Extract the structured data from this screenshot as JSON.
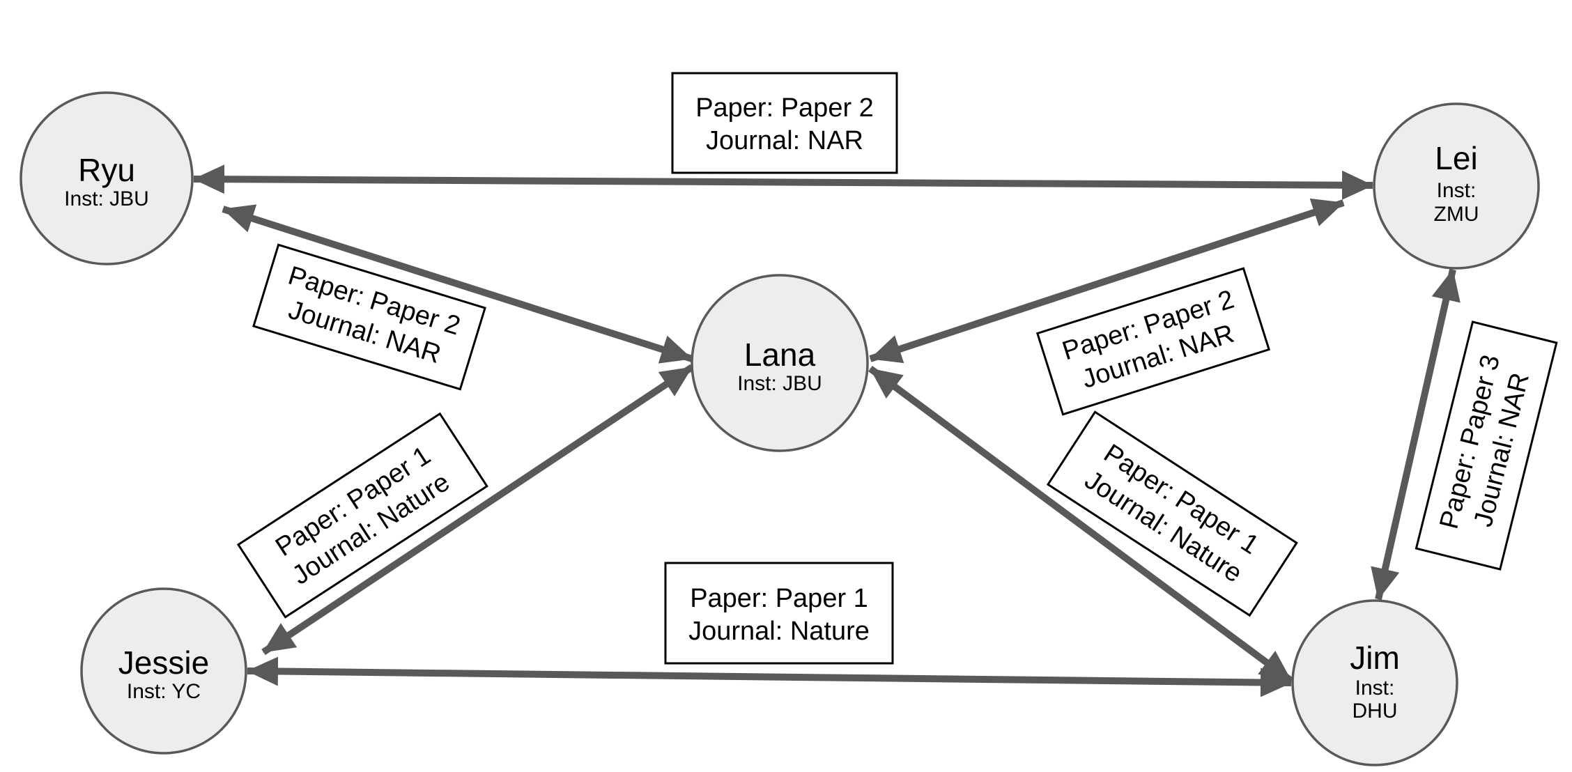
{
  "diagram": {
    "type": "coauthorship-network",
    "colors": {
      "background": "#ffffff",
      "edge": "#595959",
      "node_fill": "#ededed",
      "node_stroke": "#595959",
      "label_fill": "#ffffff",
      "label_border": "#000000",
      "text": "#000000"
    },
    "nodes": {
      "ryu": {
        "name": "Ryu",
        "inst1": "Inst: JBU"
      },
      "lei": {
        "name": "Lei",
        "inst1": "Inst:",
        "inst2": "ZMU"
      },
      "lana": {
        "name": "Lana",
        "inst1": "Inst: JBU"
      },
      "jessie": {
        "name": "Jessie",
        "inst1": "Inst: YC"
      },
      "jim": {
        "name": "Jim",
        "inst1": "Inst:",
        "inst2": "DHU"
      }
    },
    "edges": {
      "ryu_lei": {
        "from": "Ryu",
        "to": "Lei",
        "direction": "bidirectional",
        "label1": "Paper: Paper 2",
        "label2": "Journal: NAR"
      },
      "ryu_lana": {
        "from": "Ryu",
        "to": "Lana",
        "direction": "bidirectional",
        "label1": "Paper: Paper 2",
        "label2": "Journal: NAR"
      },
      "lei_lana": {
        "from": "Lei",
        "to": "Lana",
        "direction": "bidirectional",
        "label1": "Paper: Paper 2",
        "label2": "Journal: NAR"
      },
      "jessie_lana": {
        "from": "Jessie",
        "to": "Lana",
        "direction": "bidirectional",
        "label1": "Paper: Paper 1",
        "label2": "Journal: Nature"
      },
      "lana_jim": {
        "from": "Lana",
        "to": "Jim",
        "direction": "bidirectional",
        "label1": "Paper: Paper 1",
        "label2": "Journal: Nature"
      },
      "jessie_jim": {
        "from": "Jessie",
        "to": "Jim",
        "direction": "bidirectional",
        "label1": "Paper: Paper 1",
        "label2": "Journal: Nature"
      },
      "lei_jim": {
        "from": "Lei",
        "to": "Jim",
        "direction": "bidirectional",
        "label1": "Paper: Paper 3",
        "label2": "Journal: NAR"
      }
    }
  }
}
